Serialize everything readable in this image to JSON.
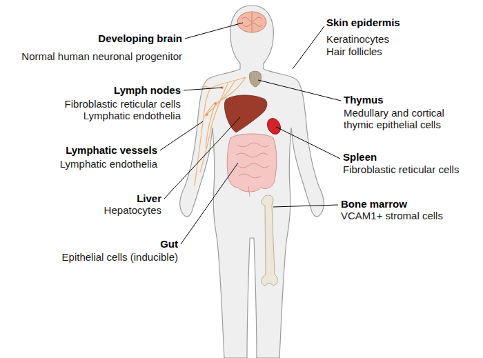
{
  "diagram": {
    "labels": [
      "Developing brain",
      "Normal human neuronal progenitor",
      "Skin epidermis",
      "Keratinocytes",
      "Hair follicles",
      "Lymph nodes",
      "Fibroblastic reticular cells",
      "Lymphatic endothelia",
      "Thymus",
      "Medullary and cortical thymic epithelial cells",
      "Lymphatic vessels",
      "Lymphatic endothelia",
      "Spleen",
      "Fibroblastic reticular cells",
      "Liver",
      "Hepatocytes",
      "Bone marrow",
      "VCAM1+ stromal cells",
      "Gut",
      "Epithelial cells (inducible)"
    ]
  }
}
